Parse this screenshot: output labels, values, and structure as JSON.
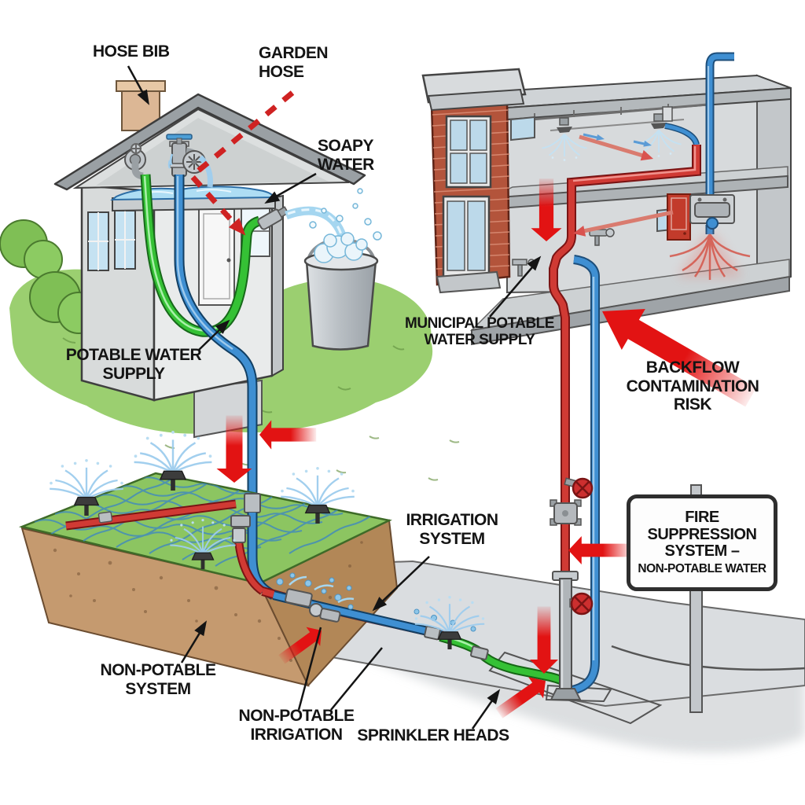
{
  "title": "Backflow contamination risk illustration",
  "labels": {
    "hose_bib": "HOSE BIB",
    "garden_hose": "GARDEN\nHOSE",
    "soapy_water": "SOAPY\nWATER",
    "potable_water_supply": "POTABLE WATER\nSUPPLY",
    "municipal_potable_water_supply": "MUNICIPAL POTABLE\nWATER SUPPLY",
    "backflow_contamination_risk": "BACKFLOW\nCONTAMINATION\nRISK",
    "irrigation_system": "IRRIGATION\nSYSTEM",
    "non_potable_system": "NON-POTABLE\nSYSTEM",
    "non_potable_irrigation": "NON-POTABLE\nIRRIGATION",
    "sprinkler_heads": "SPRINKLER HEADS"
  },
  "sign": {
    "line1": "FIRE",
    "line2": "SUPPRESSION",
    "line3": "SYSTEM –",
    "line4": "NON-POTABLE WATER"
  },
  "colors": {
    "potable_pipe_blue": "#3f8fd2",
    "non_potable_pipe_red": "#d03a34",
    "irrigation_pipe_green": "#35c135",
    "warning_arrow_red": "#e21313",
    "grass_green": "#90c868",
    "soil_brown": "#c09a6e",
    "brick_red": "#b35540",
    "structure_gray": "#c9cdd0"
  }
}
